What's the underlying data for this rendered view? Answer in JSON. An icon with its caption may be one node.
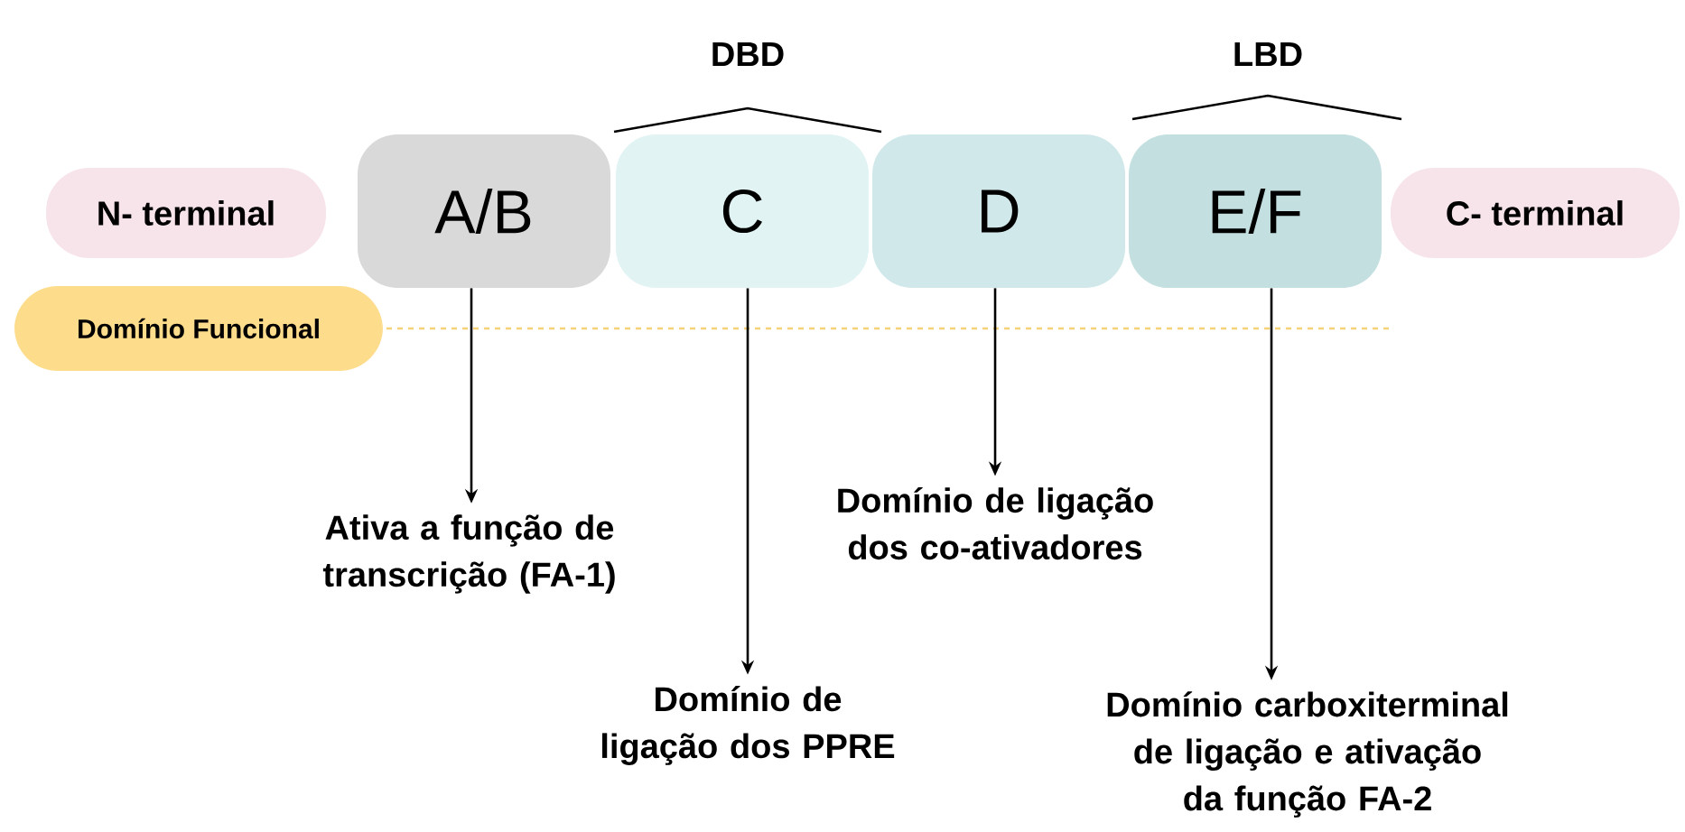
{
  "diagram": {
    "nodes": [
      {
        "text": [
          "N- terminal"
        ]
      },
      {
        "text": [
          "A/B"
        ]
      },
      {
        "text": [
          "C"
        ]
      },
      {
        "text": [
          "D"
        ]
      },
      {
        "text": [
          "E/F"
        ]
      },
      {
        "text": [
          "C- terminal"
        ]
      },
      {
        "text": [
          "Domínio Funcional"
        ]
      },
      {
        "text": [
          "Ativa a função de transcrição (FA-1)"
        ]
      },
      {
        "text": [
          "Domínio de ligação dos PPRE"
        ]
      },
      {
        "text": [
          "Domínio de ligação dos co-ativadores"
        ]
      },
      {
        "text": [
          "Domínio carboxiterminal de ligação e ativação da função FA-2"
        ]
      }
    ],
    "edges": [
      {
        "from": 1,
        "to": 7,
        "arrow": "to"
      },
      {
        "from": 2,
        "to": 8,
        "arrow": "to"
      },
      {
        "from": 3,
        "to": 9,
        "arrow": "to"
      },
      {
        "from": 4,
        "to": 10,
        "arrow": "to"
      }
    ],
    "labels": [
      "DBD",
      "LBD"
    ]
  }
}
